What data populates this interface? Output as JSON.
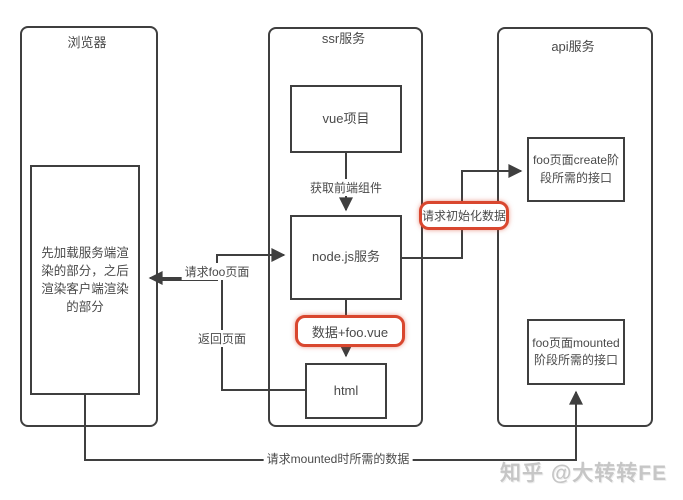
{
  "diagram": {
    "columns": {
      "browser": {
        "title": "浏览器",
        "note": "先加载服务端渲染的部分，之后渲染客户端渲染的部分"
      },
      "ssr": {
        "title": "ssr服务",
        "vue_box": "vue项目",
        "node_box": "node.js服务",
        "html_box": "html"
      },
      "api": {
        "title": "api服务",
        "create_box": "foo页面create阶段所需的接口",
        "mounted_box": "foo页面mounted阶段所需的接口"
      }
    },
    "edges": {
      "fetch_components": "获取前端组件",
      "request_foo_page": "请求foo页面",
      "return_page": "返回页面",
      "request_init_data": "请求初始化数据",
      "data_plus_foo_vue": "数据+foo.vue",
      "request_mounted_data": "请求mounted时所需的数据"
    },
    "colors": {
      "line": "#3f3f3f",
      "highlight_red": "#d9472f",
      "text": "#4a4a4a",
      "watermark": "#c6c6c6"
    },
    "watermark": "知乎 @大转转FE"
  }
}
